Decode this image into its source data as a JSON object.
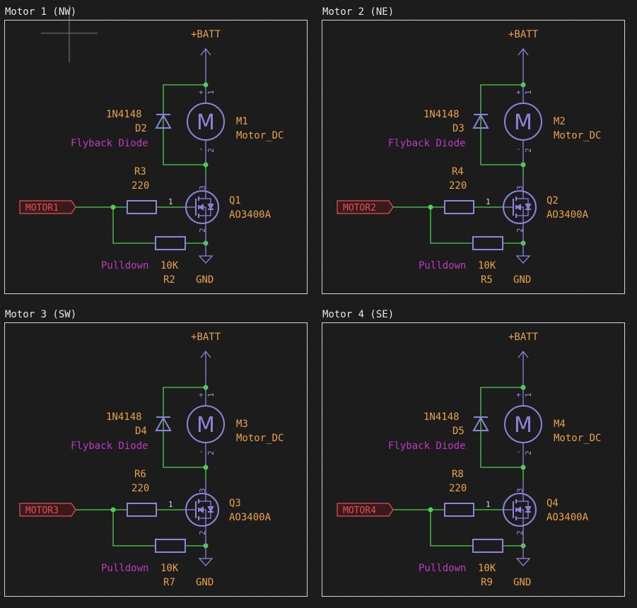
{
  "blocks": [
    {
      "title": "Motor 1 (NW)",
      "net": "MOTOR1",
      "power": "+BATT",
      "ground": "GND",
      "diode": {
        "value": "1N4148",
        "ref": "D2",
        "desc": "Flyback Diode"
      },
      "motor": {
        "ref": "M1",
        "value": "Motor_DC"
      },
      "gate_res": {
        "ref": "R3",
        "value": "220"
      },
      "mosfet": {
        "ref": "Q1",
        "value": "AO3400A"
      },
      "pulldown": {
        "desc": "Pulldown",
        "value": "10K",
        "ref": "R2"
      }
    },
    {
      "title": "Motor 2 (NE)",
      "net": "MOTOR2",
      "power": "+BATT",
      "ground": "GND",
      "diode": {
        "value": "1N4148",
        "ref": "D3",
        "desc": "Flyback Diode"
      },
      "motor": {
        "ref": "M2",
        "value": "Motor_DC"
      },
      "gate_res": {
        "ref": "R4",
        "value": "220"
      },
      "mosfet": {
        "ref": "Q2",
        "value": "AO3400A"
      },
      "pulldown": {
        "desc": "Pulldown",
        "value": "10K",
        "ref": "R5"
      }
    },
    {
      "title": "Motor 3 (SW)",
      "net": "MOTOR3",
      "power": "+BATT",
      "ground": "GND",
      "diode": {
        "value": "1N4148",
        "ref": "D4",
        "desc": "Flyback Diode"
      },
      "motor": {
        "ref": "M3",
        "value": "Motor_DC"
      },
      "gate_res": {
        "ref": "R6",
        "value": "220"
      },
      "mosfet": {
        "ref": "Q3",
        "value": "AO3400A"
      },
      "pulldown": {
        "desc": "Pulldown",
        "value": "10K",
        "ref": "R7"
      }
    },
    {
      "title": "Motor 4 (SE)",
      "net": "MOTOR4",
      "power": "+BATT",
      "ground": "GND",
      "diode": {
        "value": "1N4148",
        "ref": "D5",
        "desc": "Flyback Diode"
      },
      "motor": {
        "ref": "M4",
        "value": "Motor_DC"
      },
      "gate_res": {
        "ref": "R8",
        "value": "220"
      },
      "mosfet": {
        "ref": "Q4",
        "value": "AO3400A"
      },
      "pulldown": {
        "desc": "Pulldown",
        "value": "10K",
        "ref": "R9"
      }
    }
  ],
  "symbols": {
    "motor_letter": "M",
    "pin_plus": "+",
    "pin_minus": "-",
    "pin_1": "1",
    "pin_2": "2",
    "pin_3": "3"
  }
}
